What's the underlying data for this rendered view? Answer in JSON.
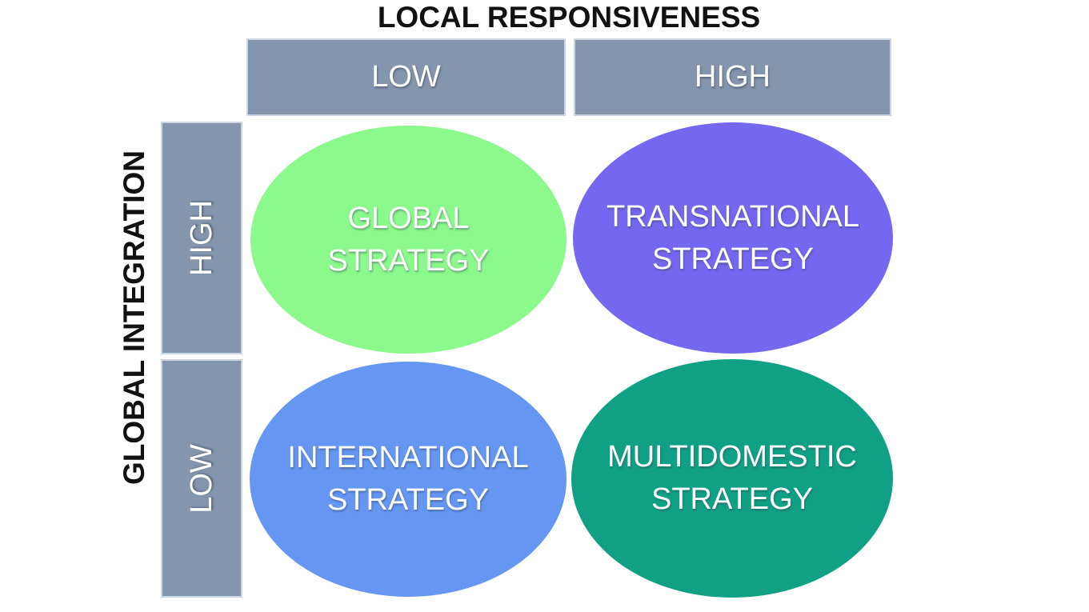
{
  "figure": {
    "x_axis_title": "LOCAL RESPONSIVENESS",
    "y_axis_title": "GLOBAL INTEGRATION"
  },
  "x_axis": {
    "low_label": "LOW",
    "high_label": "HIGH"
  },
  "y_axis": {
    "high_label": "HIGH",
    "low_label": "LOW"
  },
  "quadrants": {
    "top_left": {
      "line1": "GLOBAL",
      "line2": "STRATEGY",
      "color": "#8bf98b",
      "x_axis": "LOW",
      "y_axis": "HIGH"
    },
    "top_right": {
      "line1": "TRANSNATIONAL",
      "line2": "STRATEGY",
      "color": "#7567ef",
      "x_axis": "HIGH",
      "y_axis": "HIGH"
    },
    "bottom_left": {
      "line1": "INTERNATIONAL",
      "line2": "STRATEGY",
      "color": "#6496f2",
      "x_axis": "LOW",
      "y_axis": "LOW"
    },
    "bottom_right": {
      "line1": "MULTIDOMESTIC",
      "line2": "STRATEGY",
      "color": "#10a184",
      "x_axis": "HIGH",
      "y_axis": "LOW"
    }
  },
  "colors": {
    "axis_box_fill": "#8495ae",
    "axis_box_border": "#ccd6e2",
    "axis_text": "#ffffff",
    "title_text": "#111111",
    "background": "#ffffff"
  }
}
